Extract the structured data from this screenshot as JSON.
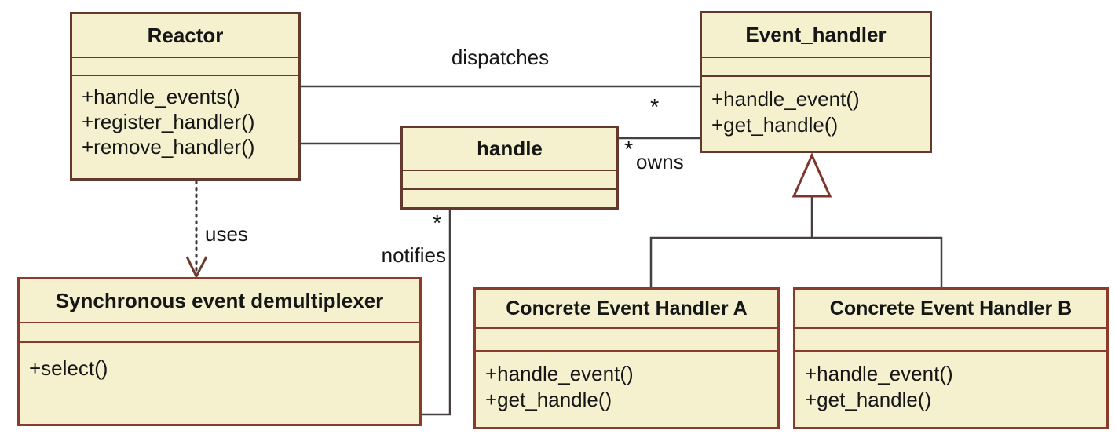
{
  "classes": [
    {
      "name": "Reactor",
      "methods": [
        "+handle_events()",
        "+register_handler()",
        "+remove_handler()"
      ]
    },
    {
      "name": "Event_handler",
      "methods": [
        "+handle_event()",
        "+get_handle()"
      ]
    },
    {
      "name": "handle",
      "methods": []
    },
    {
      "name": "Synchronous event demultiplexer",
      "methods": [
        "+select()"
      ]
    },
    {
      "name": "Concrete Event Handler A",
      "methods": [
        "+handle_event()",
        "+get_handle()"
      ]
    },
    {
      "name": "Concrete Event Handler B",
      "methods": [
        "+handle_event()",
        "+get_handle()"
      ]
    }
  ],
  "relationships": {
    "dispatches": {
      "label": "dispatches",
      "multiplicity": "*"
    },
    "owns": {
      "label": "owns",
      "multiplicity": "*"
    },
    "uses": {
      "label": "uses"
    },
    "notifies": {
      "label": "notifies",
      "multiplicity": "*"
    }
  },
  "colors": {
    "box_fill": "#f5f1cf",
    "box_border_dark": "#64392d",
    "box_border_red": "#8a3b2b",
    "association_line": "#474043",
    "triangle_stroke": "#7e352c",
    "text": "#161616",
    "background": "#ffffff"
  }
}
